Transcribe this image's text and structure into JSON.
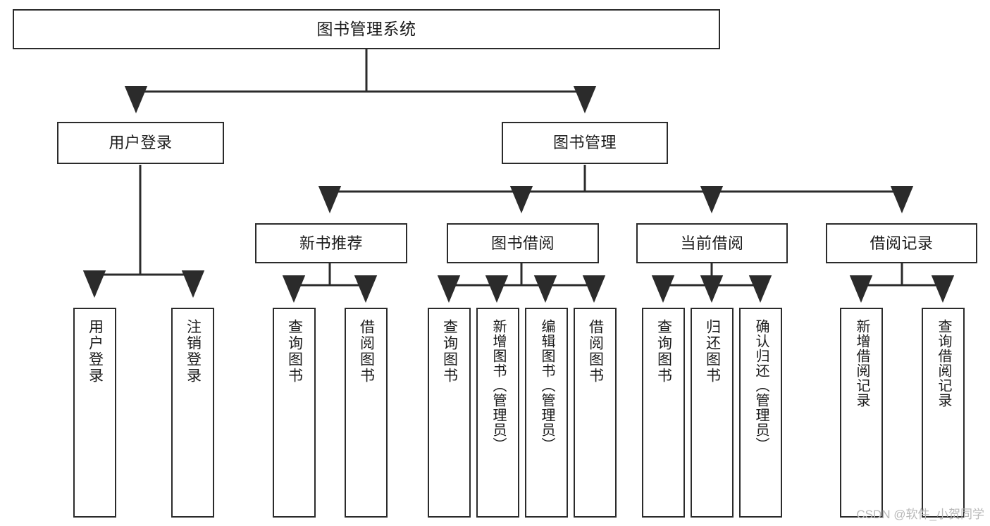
{
  "diagram": {
    "title": "图书管理系统",
    "type": "tree-hierarchy",
    "orientation": "top-down",
    "background_color": "#ffffff",
    "line_color": "#2b2b2b",
    "box_border_color": "#2b2b2b",
    "box_fill_color": "#ffffff",
    "text_color": "#1a1a1a"
  },
  "nodes": {
    "root": {
      "label": "图书管理系统",
      "level": 0
    },
    "level1": [
      {
        "id": "user-login",
        "label": "用户登录"
      },
      {
        "id": "book-manage",
        "label": "图书管理"
      }
    ],
    "level2": [
      {
        "id": "new-book-recommend",
        "label": "新书推荐",
        "parent": "book-manage"
      },
      {
        "id": "book-borrow",
        "label": "图书借阅",
        "parent": "book-manage"
      },
      {
        "id": "current-borrow",
        "label": "当前借阅",
        "parent": "book-manage"
      },
      {
        "id": "borrow-record",
        "label": "借阅记录",
        "parent": "book-manage"
      }
    ],
    "leaves": {
      "user-login": [
        {
          "id": "leaf-user-login",
          "label": "用户登录"
        },
        {
          "id": "leaf-user-logout",
          "label": "注销登录"
        }
      ],
      "new-book-recommend": [
        {
          "id": "leaf-query-book-1",
          "label": "查询图书"
        },
        {
          "id": "leaf-borrow-book-1",
          "label": "借阅图书"
        }
      ],
      "book-borrow": [
        {
          "id": "leaf-query-book-2",
          "label": "查询图书"
        },
        {
          "id": "leaf-add-book",
          "label": "新增图书（管理员）"
        },
        {
          "id": "leaf-edit-book",
          "label": "编辑图书（管理员）"
        },
        {
          "id": "leaf-borrow-book-2",
          "label": "借阅图书"
        }
      ],
      "current-borrow": [
        {
          "id": "leaf-query-book-3",
          "label": "查询图书"
        },
        {
          "id": "leaf-return-book",
          "label": "归还图书"
        },
        {
          "id": "leaf-confirm-return",
          "label": "确认归还（管理员）"
        }
      ],
      "borrow-record": [
        {
          "id": "leaf-add-record",
          "label": "新增借阅记录"
        },
        {
          "id": "leaf-query-record",
          "label": "查询借阅记录"
        }
      ]
    }
  },
  "watermark": {
    "text": "CSDN @软件_小贺同学"
  }
}
